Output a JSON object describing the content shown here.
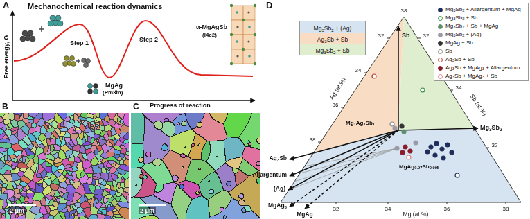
{
  "diagram": {
    "labels": [
      "A",
      "Mechanochemical reaction dynamics",
      "Free energy, G",
      "Progress of reaction",
      "Step 1",
      "Step 2",
      "MgAg",
      "(Pm3̄m)",
      "α-MgAgSb",
      "(I4̄c2)",
      "B",
      "2 μm",
      "C",
      "2 μm",
      "D",
      "38",
      "32",
      "34",
      "36",
      "38",
      "32",
      "34",
      "32",
      "32",
      "34",
      "36",
      "38",
      "Ag (at.%)",
      "Sb (at.%)",
      "Mg (at.%)",
      "Sb",
      "Mg3Sb2",
      "Mg1Ag1Sb1",
      "MgAg0.97Sb0.995",
      "Ag3Sb",
      "Allargentum",
      "(Ag)",
      "MgAg3",
      "MgAg"
    ],
    "legend": [
      {
        "text": "Mg3Sb2 + (Ag)",
        "color": "#d6e4f2"
      },
      {
        "text": "Ag3Sb + Sb",
        "color": "#f9dcc4"
      },
      {
        "text": "Mg3Sb2 + Sb",
        "color": "#dfeecf"
      },
      {
        "text": "Mg3Sb2 + Allargentum + MgAg",
        "color": "#1f2d5a"
      },
      {
        "text": "Mg3Sb2 + Sb",
        "color": "#2e8b3e"
      },
      {
        "text": "Mg3Sb2 + Sb + MgAg",
        "color": "#5e8f6e"
      },
      {
        "text": "Mg3Sb2 + (Ag)",
        "color": "#9a9aa8"
      },
      {
        "text": "MgAg + Sb",
        "color": "#333333"
      },
      {
        "text": "Sb",
        "color": "#888888"
      },
      {
        "text": "Ag3Sb + Sb",
        "color": "#c0392b"
      },
      {
        "text": "Ag3Sb + MgAg3 + Allargentum",
        "color": "#8b1a2b"
      },
      {
        "text": "Ag3Sb + MgAg3 + Sb",
        "color": "#d98080"
      }
    ]
  }
}
